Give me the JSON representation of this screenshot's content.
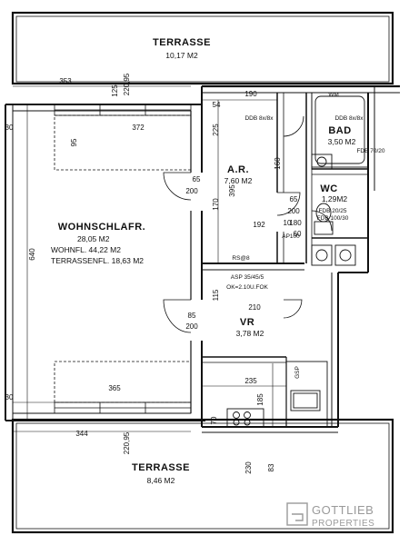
{
  "rooms": {
    "terrace_top": {
      "name": "TERRASSE",
      "area": "10,17 M2"
    },
    "living": {
      "name": "WOHNSCHLAFR.",
      "area": "28,05 M2",
      "living_area": "WOHNFL. 44,22 M2",
      "terrace_area": "TERRASSENFL. 18,63 M2"
    },
    "storage": {
      "name": "A.R.",
      "area": "7,60 M2"
    },
    "bath": {
      "name": "BAD",
      "area": "3,50 M2"
    },
    "wc": {
      "name": "WC",
      "area": "1,29M2"
    },
    "hall": {
      "name": "VR",
      "area": "3,78 M2"
    },
    "terrace_bottom": {
      "name": "TERRASSE",
      "area": "8,46 M2"
    }
  },
  "dimensions": {
    "d353": "353",
    "d125": "125",
    "d220_95_top": "220,95",
    "d372": "372",
    "d95": "95",
    "d30a": "30",
    "d640": "640",
    "d365": "365",
    "d344": "344",
    "d220_95_bottom": "220,95",
    "d54": "54",
    "d190": "190",
    "d225": "225",
    "d395": "395",
    "d65a": "65",
    "d200a": "200",
    "d170": "170",
    "d192": "192",
    "d65b": "65",
    "d200b": "200",
    "d180": "180",
    "d10": "10",
    "d115": "115",
    "d210": "210",
    "d85": "85",
    "d200c": "200",
    "d235": "235",
    "d185": "185",
    "d230": "230",
    "d83": "83",
    "d70": "70",
    "d160": "160",
    "d60": "60",
    "d30b": "30"
  },
  "notes": {
    "ddb_a": "DDB 8x/8x",
    "ddb_b": "DDB 8x/8x",
    "fdb1": "FDB 20/25",
    "fdb2": "FDB 100/30",
    "fdb3": "FDB 70/20",
    "asp": "ASP 35/45/5",
    "ok": "OK=2.10U.FOK",
    "gsp": "GSP",
    "wm": "WM",
    "ap": "AP100",
    "rs": "RS@8"
  },
  "logo": {
    "name": "GOTTLIEB",
    "sub": "PROPERTIES"
  }
}
